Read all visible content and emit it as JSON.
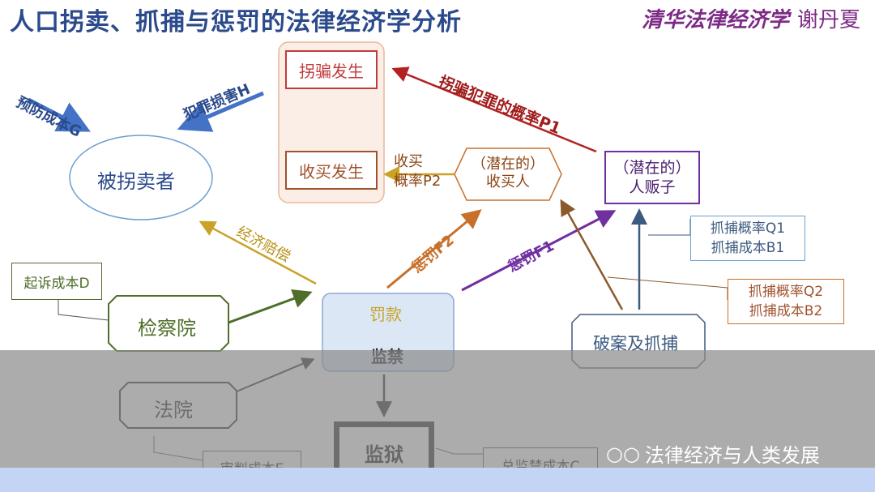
{
  "header": {
    "title": "人口拐卖、抓捕与惩罚的法律经济学分析",
    "brand_main": "清华法律经济学",
    "brand_author": "谢丹夏"
  },
  "nodes": {
    "guaimai": "拐骗发生",
    "shoumai": "收买发生",
    "victim": "被拐卖者",
    "buyer": "（潜在的）\n收买人",
    "trafficker": "（潜在的）\n人贩子",
    "fine": "罚款",
    "detention": "监禁",
    "procuratorate": "检察院",
    "court": "法院",
    "prison": "监狱",
    "arrest": "破案及抓捕"
  },
  "labels": {
    "prevent_cost": "预防成本G",
    "crime_harm": "犯罪损害H",
    "abduct_prob": "拐骗犯罪的概率P1",
    "buy_prob": "收买\n概率P2",
    "compensation": "经济赔偿",
    "penalty_f2": "惩罚F2",
    "penalty_f1": "惩罚F1",
    "prosecute_cost": "起诉成本D",
    "arrest_q1": "抓捕概率Q1\n抓捕成本B1",
    "arrest_q2": "抓捕概率Q2\n抓捕成本B2",
    "trial_cost": "审判成本E",
    "prison_cost": "总监禁成本C",
    "watermark": "法律经济与人类发展"
  },
  "colors": {
    "blue": "#4472c4",
    "red": "#b22222",
    "gold": "#c9a227",
    "orange": "#c8702a",
    "purple": "#7030a0",
    "green": "#4e6e2a",
    "brown": "#8b5a2b",
    "steel": "#3d5a80"
  }
}
